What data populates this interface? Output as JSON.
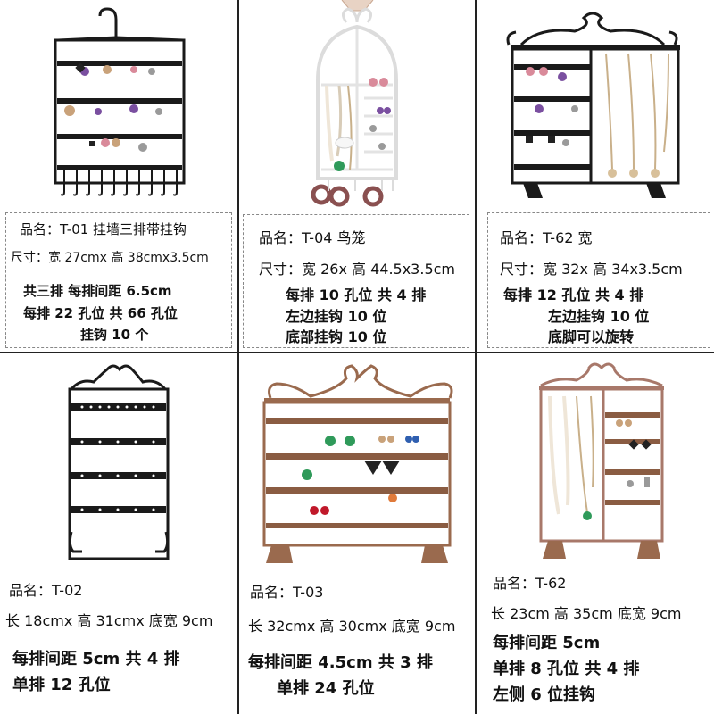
{
  "colors": {
    "black_metal": "#1a1a1a",
    "white_metal": "#e9e9e9",
    "bronze_metal": "#9a6a4e",
    "grid": "#222222"
  },
  "products": [
    {
      "name": "品名：T-01 挂墙三排带挂钩",
      "size": "尺寸：宽 27cmx 高 38cmx3.5cm",
      "lines": [
        "共三排  每排间距 6.5cm",
        "每排 22 孔位  共 66 孔位",
        "挂钩 10 个"
      ]
    },
    {
      "name": "品名：T-04 鸟笼",
      "size": "尺寸：宽 26x 高 44.5x3.5cm",
      "lines": [
        "每排 10 孔位 共 4 排",
        "左边挂钩 10 位",
        "底部挂钩 10 位"
      ]
    },
    {
      "name": "品名：T-62 宽",
      "size": "尺寸：宽 32x 高 34x3.5cm",
      "lines": [
        "每排 12 孔位 共 4 排",
        "左边挂钩 10 位",
        "底脚可以旋转"
      ]
    },
    {
      "name": "品名：T-02",
      "size": "长 18cmx 高 31cmx 底宽 9cm",
      "lines": [
        "每排间距 5cm 共 4 排",
        "单排 12 孔位"
      ]
    },
    {
      "name": "品名：T-03",
      "size": "长 32cmx 高 30cmx 底宽 9cm",
      "lines": [
        "每排间距 4.5cm 共 3 排",
        "单排 24 孔位"
      ]
    },
    {
      "name": "品名：T-62",
      "size": "长 23cm 高 35cm 底宽 9cm",
      "lines": [
        "每排间距 5cm",
        "单排 8 孔位 共 4 排",
        "左侧 6 位挂钩"
      ]
    }
  ]
}
